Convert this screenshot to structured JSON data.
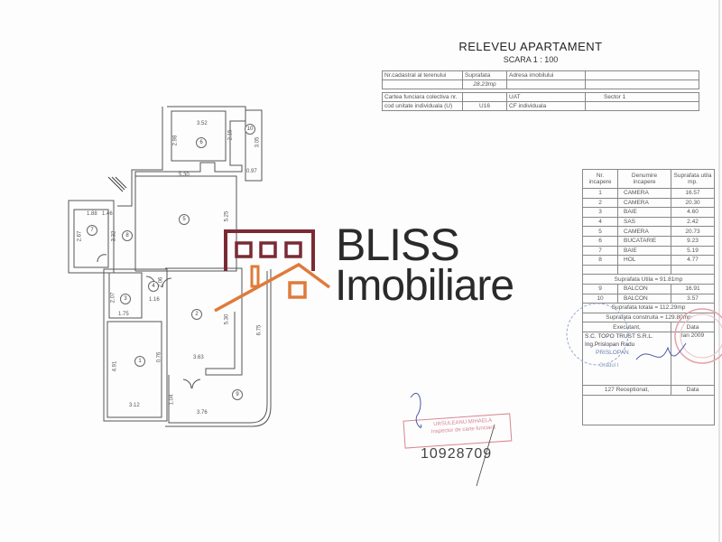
{
  "header": {
    "title": "RELEVEU APARTAMENT",
    "scale": "SCARA 1 : 100"
  },
  "info_table": {
    "row1": [
      "Nr.cadastral al terenului",
      "Suprafata",
      "Adresa imobilului",
      ""
    ],
    "row2": [
      "",
      "28.23mp",
      "",
      ""
    ],
    "row3": [
      "Cartea funciara colectiva nr.",
      "",
      "UAT",
      "Sector 1"
    ],
    "row4": [
      "cod unitate individuala (U)",
      "U16",
      "CF individuala",
      ""
    ]
  },
  "rooms_table": {
    "headers": [
      "Nr. incapere",
      "Denumire incapere",
      "Suprafata utila mp."
    ],
    "rows": [
      [
        "1",
        "CAMERA",
        "16.57"
      ],
      [
        "2",
        "CAMERA",
        "20.30"
      ],
      [
        "3",
        "BAIE",
        "4.60"
      ],
      [
        "4",
        "SAS",
        "2.42"
      ],
      [
        "5",
        "CAMERA",
        "20.73"
      ],
      [
        "6",
        "BUCATARIE",
        "9.23"
      ],
      [
        "7",
        "BAIE",
        "5.19"
      ],
      [
        "8",
        "HOL",
        "4.77"
      ]
    ],
    "useful_total": "Suprafata Utila = 91.81mp",
    "balcony_rows": [
      [
        "9",
        "BALCON",
        "16.91"
      ],
      [
        "10",
        "BALCON",
        "3.57"
      ]
    ],
    "total": "Suprafata totala = 112.29mp",
    "built": "Suprafata construita = 129.80mp",
    "executant_label": "Executant,",
    "date_label": "Data",
    "company": "S.C. TOPO TRUST S.R.L.",
    "engineer": "Ing.Prislopan Radu",
    "date_value": "Ian 2009",
    "stamp_name": "PRISLOPAN",
    "stamp_grade": "Gradul I",
    "stamp_no": "127",
    "receptionat_label": "Receptionat,",
    "date_label2": "Data"
  },
  "floor_plan": {
    "room_labels": [
      "1",
      "2",
      "3",
      "4",
      "5",
      "6",
      "7",
      "8",
      "9",
      "10"
    ],
    "dimensions": [
      "3.52",
      "2.98",
      "2.15",
      "3.05",
      "0.97",
      "5.30",
      "5.25",
      "1.46",
      "1.88",
      "2.67",
      "3.32",
      "2.07",
      "1.75",
      "1.16",
      "2.06",
      "4.91",
      "0.76",
      "3.12",
      "3.63",
      "5.30",
      "6.75",
      "1.04",
      "3.76"
    ]
  },
  "stamps": {
    "red_stamp_name": "URSULEANU MIHAELA",
    "red_stamp_role": "Inspector de carte funciara",
    "registration_number": "10928709"
  },
  "logo": {
    "line1": "BLISS",
    "line2": "Imobiliare",
    "maroon": "#7b2a35",
    "orange": "#e07a3a"
  }
}
